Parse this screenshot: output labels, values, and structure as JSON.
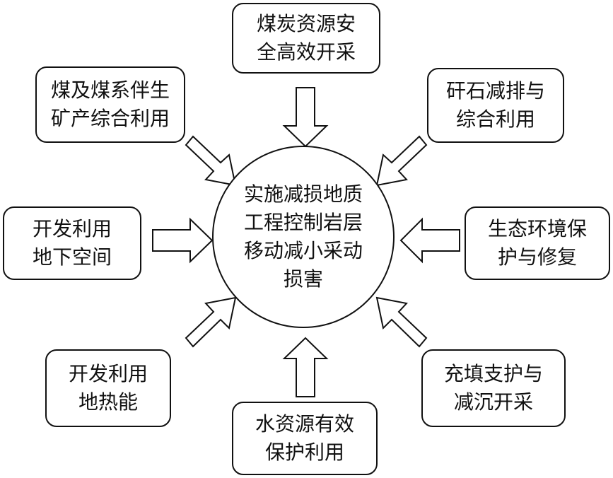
{
  "center": {
    "text": "实施减损地质\n工程控制岩层\n移动减小采动\n损害"
  },
  "nodes": {
    "top": "煤炭资源安\n全高效开采",
    "top_left": "煤及煤系伴生\n矿产综合利用",
    "top_right": "矸石减排与\n综合利用",
    "left": "开发利用\n地下空间",
    "right": "生态环境保\n护与修复",
    "bottom_left": "开发利用\n地热能",
    "bottom": "水资源有效\n保护利用",
    "bottom_right": "充填支护与\n减沉开采"
  }
}
